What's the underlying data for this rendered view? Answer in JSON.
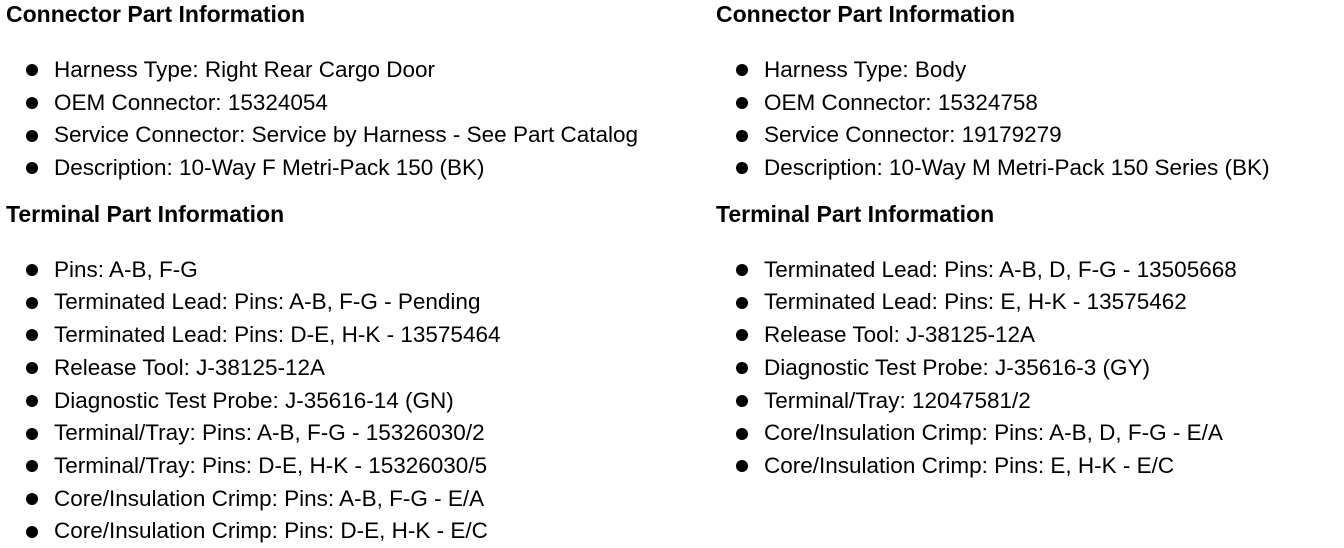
{
  "left": {
    "connector": {
      "heading": "Connector Part Information",
      "items": [
        "Harness Type: Right Rear Cargo Door",
        "OEM Connector: 15324054",
        "Service Connector: Service by Harness - See Part Catalog",
        "Description: 10-Way F Metri-Pack 150 (BK)"
      ]
    },
    "terminal": {
      "heading": "Terminal Part Information",
      "items": [
        "Pins: A-B, F-G",
        "Terminated Lead: Pins: A-B, F-G - Pending",
        "Terminated Lead: Pins: D-E, H-K - 13575464",
        "Release Tool: J-38125-12A",
        "Diagnostic Test Probe: J-35616-14 (GN)",
        "Terminal/Tray: Pins: A-B, F-G - 15326030/2",
        "Terminal/Tray: Pins: D-E, H-K - 15326030/5",
        "Core/Insulation Crimp: Pins: A-B, F-G - E/A",
        "Core/Insulation Crimp: Pins: D-E, H-K - E/C"
      ]
    }
  },
  "right": {
    "connector": {
      "heading": "Connector Part Information",
      "items": [
        "Harness Type: Body",
        "OEM Connector: 15324758",
        "Service Connector: 19179279",
        "Description: 10-Way M Metri-Pack 150 Series (BK)"
      ]
    },
    "terminal": {
      "heading": "Terminal Part Information",
      "items": [
        "Terminated Lead: Pins: A-B, D, F-G - 13505668",
        "Terminated Lead: Pins: E, H-K - 13575462",
        "Release Tool: J-38125-12A",
        "Diagnostic Test Probe: J-35616-3 (GY)",
        "Terminal/Tray: 12047581/2",
        "Core/Insulation Crimp: Pins: A-B, D, F-G - E/A",
        "Core/Insulation Crimp: Pins: E, H-K - E/C"
      ]
    }
  }
}
